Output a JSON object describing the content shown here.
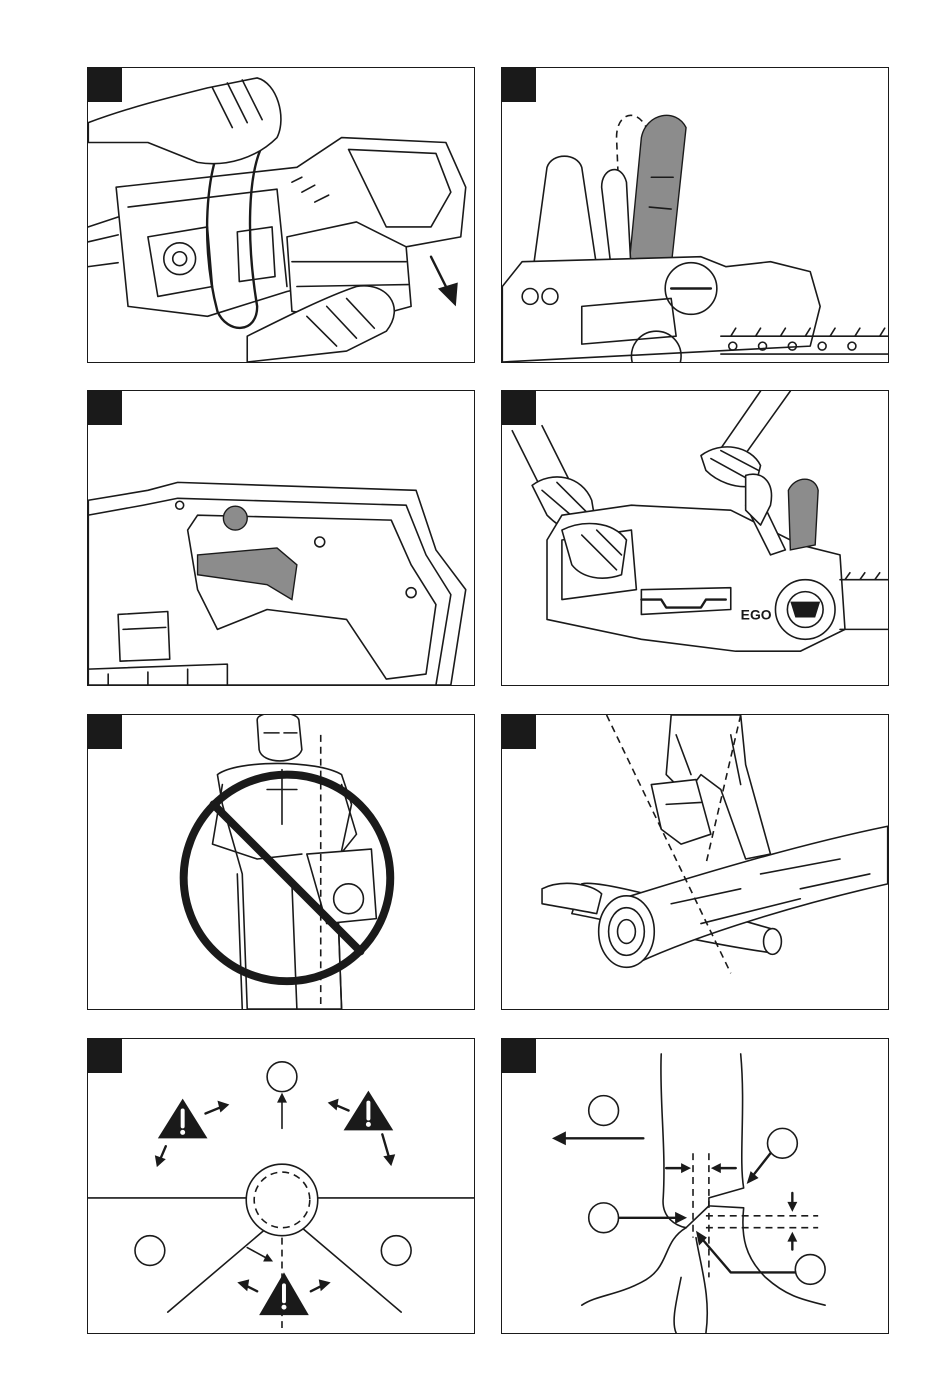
{
  "page": {
    "figures": [
      {
        "id": "fig-1",
        "number": "",
        "subject": "battery-removal"
      },
      {
        "id": "fig-2",
        "number": "",
        "subject": "chain-brake"
      },
      {
        "id": "fig-3",
        "number": "",
        "subject": "lock-off-button"
      },
      {
        "id": "fig-4",
        "number": "",
        "subject": "two-hand-grip"
      },
      {
        "id": "fig-5",
        "number": "",
        "subject": "incorrect-stance"
      },
      {
        "id": "fig-6",
        "number": "",
        "subject": "bucking-log"
      },
      {
        "id": "fig-7",
        "number": "",
        "subject": "felling-retreat-zone"
      },
      {
        "id": "fig-8",
        "number": "",
        "subject": "felling-notch"
      }
    ],
    "callouts": {
      "fig7_top": "",
      "fig7_left": "",
      "fig7_right": "",
      "fig8_a": "",
      "fig8_b": "",
      "fig8_c": "",
      "fig8_d": ""
    },
    "product_marks": {
      "brand_logo": "EGO"
    },
    "icons": [
      "arrow-icon",
      "warning-triangle-icon",
      "prohibition-icon",
      "dashed-guide-line"
    ]
  }
}
